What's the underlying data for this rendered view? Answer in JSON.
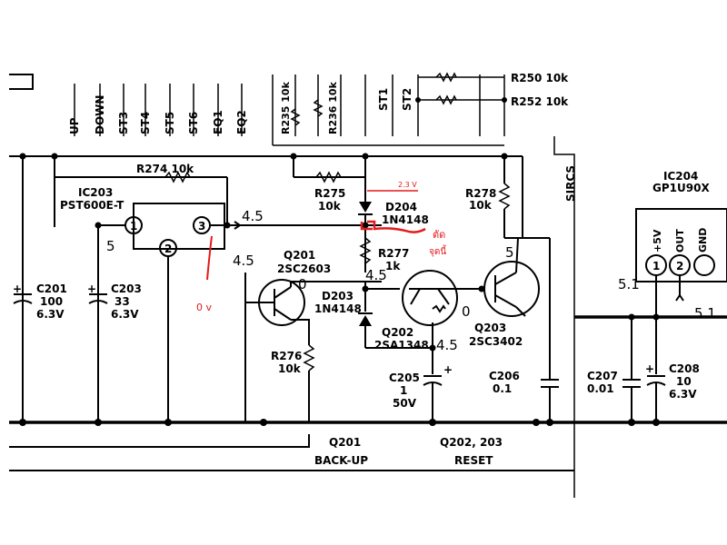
{
  "top_labels": [
    "UP",
    "DOWN",
    "ST3",
    "ST4",
    "ST5",
    "ST6",
    "EQ1",
    "EQ2"
  ],
  "resistors_top": {
    "r235": "R235 10k",
    "r236": "R236 10k",
    "r250": "R250 10k",
    "r252": "R252 10k",
    "st1": "ST1",
    "st2": "ST2"
  },
  "sircs": "SIRCS",
  "ic203": {
    "name": "IC203",
    "part": "PST600E-T",
    "pins": [
      "1",
      "2",
      "3"
    ]
  },
  "ic204": {
    "name": "IC204",
    "part": "GP1U90X",
    "pins": [
      "1",
      "2"
    ],
    "pin_labels": [
      "+5V",
      "OUT",
      "GND"
    ]
  },
  "components": {
    "r274": "R274 10k",
    "r275_name": "R275",
    "r275_val": "10k",
    "r278_name": "R278",
    "r278_val": "10k",
    "r277_name": "R277",
    "r277_val": "1k",
    "r276_name": "R276",
    "r276_val": "10k",
    "d204_name": "D204",
    "d204_part": "1N4148",
    "d203_name": "D203",
    "d203_part": "1N4148",
    "q201_name": "Q201",
    "q201_part": "2SC2603",
    "q202_name": "Q202",
    "q202_part": "2SA1348",
    "q203_name": "Q203",
    "q203_part": "2SC3402",
    "c201_name": "C201",
    "c201_val": "100",
    "c201_v": "6.3V",
    "c203_name": "C203",
    "c203_val": "33",
    "c203_v": "6.3V",
    "c205_name": "C205",
    "c205_val": "1",
    "c205_v": "50V",
    "c206_name": "C206",
    "c206_val": "0.1",
    "c207_name": "C207",
    "c207_val": "0.01",
    "c208_name": "C208",
    "c208_val": "10",
    "c208_v": "6.3V"
  },
  "voltages": {
    "v_ic_pin3_node": "4.5",
    "v_pin1": "5",
    "v_q201_base": "4.5",
    "v_q201_coll": "0",
    "v_q202_emit": "4.5",
    "v_q202_coll": "4.5",
    "v_q203_base": "0",
    "v_q203_coll": "5",
    "v_ic204_a": "5.1",
    "v_ic204_b": "5.1"
  },
  "blocks": {
    "q201_title": "Q201",
    "q201_sub": "BACK-UP",
    "reset_title": "Q202, 203",
    "reset_sub": "RESET"
  },
  "annotations": {
    "red_23v": "2.3 V",
    "red_0v": "0 v",
    "red_cut_1": "ตัด",
    "red_cut_2": "จุดนี้",
    "red_color": "#e31a1a"
  }
}
